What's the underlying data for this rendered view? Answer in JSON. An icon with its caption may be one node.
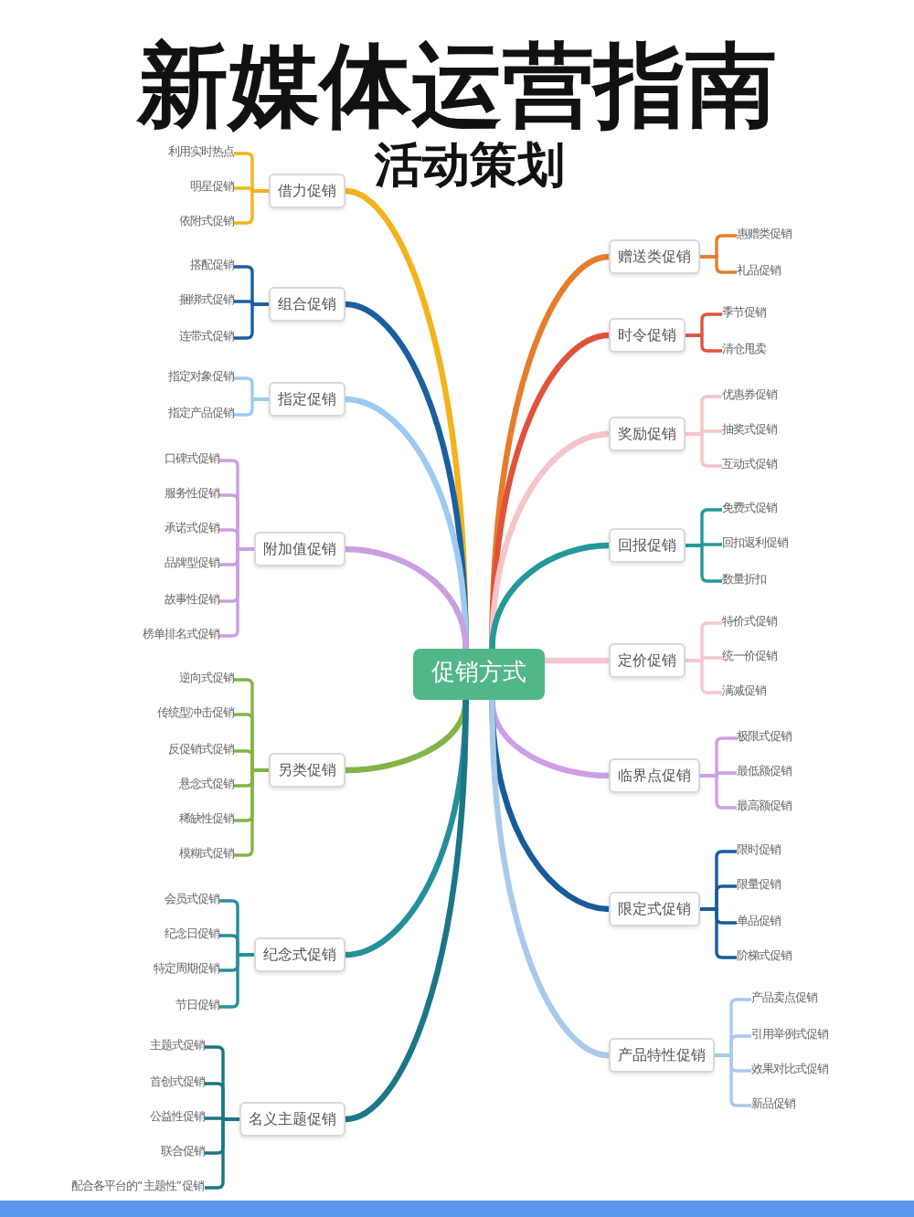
{
  "diagram": {
    "title": "新媒体运营指南",
    "nodes": [
      {
        "text": [
          "促销方式"
        ]
      },
      {
        "text": [
          "借力促销"
        ]
      },
      {
        "text": [
          "利用实时热点"
        ]
      },
      {
        "text": [
          "明星促销"
        ]
      },
      {
        "text": [
          "依附式促销"
        ]
      },
      {
        "text": [
          "组合促销"
        ]
      },
      {
        "text": [
          "搭配促销"
        ]
      },
      {
        "text": [
          "捆绑式促销"
        ]
      },
      {
        "text": [
          "连带式促销"
        ]
      },
      {
        "text": [
          "指定促销"
        ]
      },
      {
        "text": [
          "指定对象促销"
        ]
      },
      {
        "text": [
          "指定产品促销"
        ]
      },
      {
        "text": [
          "附加值促销"
        ]
      },
      {
        "text": [
          "口碑式促销"
        ]
      },
      {
        "text": [
          "服务性促销"
        ]
      },
      {
        "text": [
          "承诺式促销"
        ]
      },
      {
        "text": [
          "品牌型促销"
        ]
      },
      {
        "text": [
          "故事性促销"
        ]
      },
      {
        "text": [
          "榜单排名式促销"
        ]
      },
      {
        "text": [
          "另类促销"
        ]
      },
      {
        "text": [
          "逆向式促销"
        ]
      },
      {
        "text": [
          "传统型冲击促销"
        ]
      },
      {
        "text": [
          "反促销式促销"
        ]
      },
      {
        "text": [
          "悬念式促销"
        ]
      },
      {
        "text": [
          "稀缺性促销"
        ]
      },
      {
        "text": [
          "模糊式促销"
        ]
      },
      {
        "text": [
          "纪念式促销"
        ]
      },
      {
        "text": [
          "会员式促销"
        ]
      },
      {
        "text": [
          "纪念日促销"
        ]
      },
      {
        "text": [
          "特定周期促销"
        ]
      },
      {
        "text": [
          "节日促销"
        ]
      },
      {
        "text": [
          "名义主题促销"
        ]
      },
      {
        "text": [
          "主题式促销"
        ]
      },
      {
        "text": [
          "首创式促销"
        ]
      },
      {
        "text": [
          "公益性促销"
        ]
      },
      {
        "text": [
          "联合促销"
        ]
      },
      {
        "text": [
          "配合各平台的“主题性”促销"
        ]
      },
      {
        "text": [
          "赠送类促销"
        ]
      },
      {
        "text": [
          "惠赠类促销"
        ]
      },
      {
        "text": [
          "礼品促销"
        ]
      },
      {
        "text": [
          "时令促销"
        ]
      },
      {
        "text": [
          "季节促销"
        ]
      },
      {
        "text": [
          "清仓甩卖"
        ]
      },
      {
        "text": [
          "奖励促销"
        ]
      },
      {
        "text": [
          "优惠券促销"
        ]
      },
      {
        "text": [
          "抽奖式促销"
        ]
      },
      {
        "text": [
          "互动式促销"
        ]
      },
      {
        "text": [
          "回报促销"
        ]
      },
      {
        "text": [
          "免费式促销"
        ]
      },
      {
        "text": [
          "回扣返利促销"
        ]
      },
      {
        "text": [
          "数量折扣"
        ]
      },
      {
        "text": [
          "定价促销"
        ]
      },
      {
        "text": [
          "特价式促销"
        ]
      },
      {
        "text": [
          "统一价促销"
        ]
      },
      {
        "text": [
          "满减促销"
        ]
      },
      {
        "text": [
          "临界点促销"
        ]
      },
      {
        "text": [
          "极限式促销"
        ]
      },
      {
        "text": [
          "最低额促销"
        ]
      },
      {
        "text": [
          "最高额促销"
        ]
      },
      {
        "text": [
          "限定式促销"
        ]
      },
      {
        "text": [
          "限时促销"
        ]
      },
      {
        "text": [
          "限量促销"
        ]
      },
      {
        "text": [
          "单品促销"
        ]
      },
      {
        "text": [
          "阶梯式促销"
        ]
      },
      {
        "text": [
          "产品特性促销"
        ]
      },
      {
        "text": [
          "产品卖点促销"
        ]
      },
      {
        "text": [
          "引用举例式促销"
        ]
      },
      {
        "text": [
          "效果对比式促销"
        ]
      },
      {
        "text": [
          "新品促销"
        ]
      }
    ],
    "edges": [
      {
        "from": 0,
        "to": 1,
        "arrow": "none",
        "style": "thick",
        "color": "#f2b31c"
      },
      {
        "from": 0,
        "to": 5,
        "arrow": "none",
        "style": "thick",
        "color": "#1c5f9f"
      },
      {
        "from": 0,
        "to": 9,
        "arrow": "none",
        "style": "thick",
        "color": "#9dcaf0"
      },
      {
        "from": 0,
        "to": 12,
        "arrow": "none",
        "style": "thick",
        "color": "#c99fe2"
      },
      {
        "from": 0,
        "to": 19,
        "arrow": "none",
        "style": "thick",
        "color": "#82b545"
      },
      {
        "from": 0,
        "to": 26,
        "arrow": "none",
        "style": "thick",
        "color": "#24909b"
      },
      {
        "from": 0,
        "to": 31,
        "arrow": "none",
        "style": "thick",
        "color": "#1b7686"
      },
      {
        "from": 0,
        "to": 37,
        "arrow": "none",
        "style": "thick",
        "color": "#e67d2c"
      },
      {
        "from": 0,
        "to": 40,
        "arrow": "none",
        "style": "thick",
        "color": "#e0533a"
      },
      {
        "from": 0,
        "to": 43,
        "arrow": "none",
        "style": "thick",
        "color": "#f6c4c9"
      },
      {
        "from": 0,
        "to": 47,
        "arrow": "none",
        "style": "thick",
        "color": "#25989a"
      },
      {
        "from": 0,
        "to": 51,
        "arrow": "none",
        "style": "thick",
        "color": "#f7c6cf"
      },
      {
        "from": 0,
        "to": 55,
        "arrow": "none",
        "style": "thick",
        "color": "#cd9fe6"
      },
      {
        "from": 0,
        "to": 59,
        "arrow": "none",
        "style": "thick",
        "color": "#185b9b"
      },
      {
        "from": 0,
        "to": 64,
        "arrow": "none",
        "style": "thick",
        "color": "#a9c9ec"
      },
      {
        "from": 1,
        "to": 2,
        "arrow": "none",
        "color": "#f2b31c"
      },
      {
        "from": 1,
        "to": 3,
        "arrow": "none",
        "color": "#f2b31c"
      },
      {
        "from": 1,
        "to": 4,
        "arrow": "none",
        "color": "#f2b31c"
      },
      {
        "from": 5,
        "to": 6,
        "arrow": "none",
        "color": "#1c5f9f"
      },
      {
        "from": 5,
        "to": 7,
        "arrow": "none",
        "color": "#1c5f9f"
      },
      {
        "from": 5,
        "to": 8,
        "arrow": "none",
        "color": "#1c5f9f"
      },
      {
        "from": 9,
        "to": 10,
        "arrow": "none",
        "color": "#9dcaf0"
      },
      {
        "from": 9,
        "to": 11,
        "arrow": "none",
        "color": "#9dcaf0"
      },
      {
        "from": 12,
        "to": 13,
        "arrow": "none",
        "color": "#c99fe2"
      },
      {
        "from": 12,
        "to": 14,
        "arrow": "none",
        "color": "#c99fe2"
      },
      {
        "from": 12,
        "to": 15,
        "arrow": "none",
        "color": "#c99fe2"
      },
      {
        "from": 12,
        "to": 16,
        "arrow": "none",
        "color": "#c99fe2"
      },
      {
        "from": 12,
        "to": 17,
        "arrow": "none",
        "color": "#c99fe2"
      },
      {
        "from": 12,
        "to": 18,
        "arrow": "none",
        "color": "#c99fe2"
      },
      {
        "from": 19,
        "to": 20,
        "arrow": "none",
        "color": "#82b545"
      },
      {
        "from": 19,
        "to": 21,
        "arrow": "none",
        "color": "#82b545"
      },
      {
        "from": 19,
        "to": 22,
        "arrow": "none",
        "color": "#82b545"
      },
      {
        "from": 19,
        "to": 23,
        "arrow": "none",
        "color": "#82b545"
      },
      {
        "from": 19,
        "to": 24,
        "arrow": "none",
        "color": "#82b545"
      },
      {
        "from": 19,
        "to": 25,
        "arrow": "none",
        "color": "#82b545"
      },
      {
        "from": 26,
        "to": 27,
        "arrow": "none",
        "color": "#24909b"
      },
      {
        "from": 26,
        "to": 28,
        "arrow": "none",
        "color": "#24909b"
      },
      {
        "from": 26,
        "to": 29,
        "arrow": "none",
        "color": "#24909b"
      },
      {
        "from": 26,
        "to": 30,
        "arrow": "none",
        "color": "#24909b"
      },
      {
        "from": 31,
        "to": 32,
        "arrow": "none",
        "color": "#1b7686"
      },
      {
        "from": 31,
        "to": 33,
        "arrow": "none",
        "color": "#1b7686"
      },
      {
        "from": 31,
        "to": 34,
        "arrow": "none",
        "color": "#1b7686"
      },
      {
        "from": 31,
        "to": 35,
        "arrow": "none",
        "color": "#1b7686"
      },
      {
        "from": 31,
        "to": 36,
        "arrow": "none",
        "color": "#1b7686"
      },
      {
        "from": 37,
        "to": 38,
        "arrow": "none",
        "color": "#e67d2c"
      },
      {
        "from": 37,
        "to": 39,
        "arrow": "none",
        "color": "#e67d2c"
      },
      {
        "from": 40,
        "to": 41,
        "arrow": "none",
        "color": "#e0533a"
      },
      {
        "from": 40,
        "to": 42,
        "arrow": "none",
        "color": "#e0533a"
      },
      {
        "from": 43,
        "to": 44,
        "arrow": "none",
        "color": "#f6c4c9"
      },
      {
        "from": 43,
        "to": 45,
        "arrow": "none",
        "color": "#f6c4c9"
      },
      {
        "from": 43,
        "to": 46,
        "arrow": "none",
        "color": "#f6c4c9"
      },
      {
        "from": 47,
        "to": 48,
        "arrow": "none",
        "color": "#25989a"
      },
      {
        "from": 47,
        "to": 49,
        "arrow": "none",
        "color": "#25989a"
      },
      {
        "from": 47,
        "to": 50,
        "arrow": "none",
        "color": "#25989a"
      },
      {
        "from": 51,
        "to": 52,
        "arrow": "none",
        "color": "#f7c6cf"
      },
      {
        "from": 51,
        "to": 53,
        "arrow": "none",
        "color": "#f7c6cf"
      },
      {
        "from": 51,
        "to": 54,
        "arrow": "none",
        "color": "#f7c6cf"
      },
      {
        "from": 55,
        "to": 56,
        "arrow": "none",
        "color": "#cd9fe6"
      },
      {
        "from": 55,
        "to": 57,
        "arrow": "none",
        "color": "#cd9fe6"
      },
      {
        "from": 55,
        "to": 58,
        "arrow": "none",
        "color": "#cd9fe6"
      },
      {
        "from": 59,
        "to": 60,
        "arrow": "none",
        "color": "#185b9b"
      },
      {
        "from": 59,
        "to": 61,
        "arrow": "none",
        "color": "#185b9b"
      },
      {
        "from": 59,
        "to": 62,
        "arrow": "none",
        "color": "#185b9b"
      },
      {
        "from": 59,
        "to": 63,
        "arrow": "none",
        "color": "#185b9b"
      },
      {
        "from": 64,
        "to": 65,
        "arrow": "none",
        "color": "#a9c9ec"
      },
      {
        "from": 64,
        "to": 66,
        "arrow": "none",
        "color": "#a9c9ec"
      },
      {
        "from": 64,
        "to": 67,
        "arrow": "none",
        "color": "#a9c9ec"
      },
      {
        "from": 64,
        "to": 68,
        "arrow": "none",
        "color": "#a9c9ec"
      }
    ],
    "labels": [
      "活动策划"
    ]
  }
}
